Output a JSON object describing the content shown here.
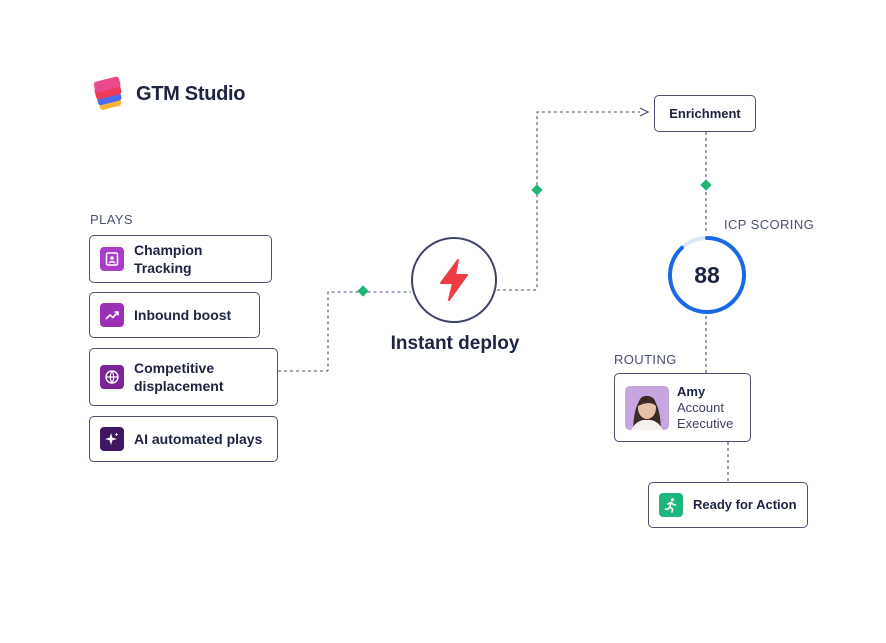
{
  "brand": {
    "name": "GTM Studio"
  },
  "plays": {
    "label": "PLAYS",
    "items": [
      {
        "label": "Champion Tracking",
        "icon": "badge-icon",
        "color": "#a93cc8"
      },
      {
        "label": "Inbound boost",
        "icon": "trending-up-icon",
        "color": "#9b2fb8"
      },
      {
        "label": "Competitive displacement",
        "icon": "globe-icon",
        "color": "#7a2496"
      },
      {
        "label": "AI automated plays",
        "icon": "sparkle-icon",
        "color": "#3d1761"
      }
    ]
  },
  "center": {
    "label": "Instant deploy",
    "icon": "lightning-icon",
    "icon_color": "#f13b43"
  },
  "enrichment": {
    "label": "Enrichment"
  },
  "scoring": {
    "label": "ICP SCORING",
    "value": "88",
    "fraction": 0.88,
    "color": "#1769e6"
  },
  "routing": {
    "label": "ROUTING",
    "person_name": "Amy",
    "person_role_line1": "Account",
    "person_role_line2": "Executive"
  },
  "action": {
    "label": "Ready for Action",
    "icon": "running-person-icon",
    "color": "#1fb57e"
  },
  "colors": {
    "text": "#1d2340",
    "connector": "#4b5072",
    "diamond": "#22b573"
  }
}
